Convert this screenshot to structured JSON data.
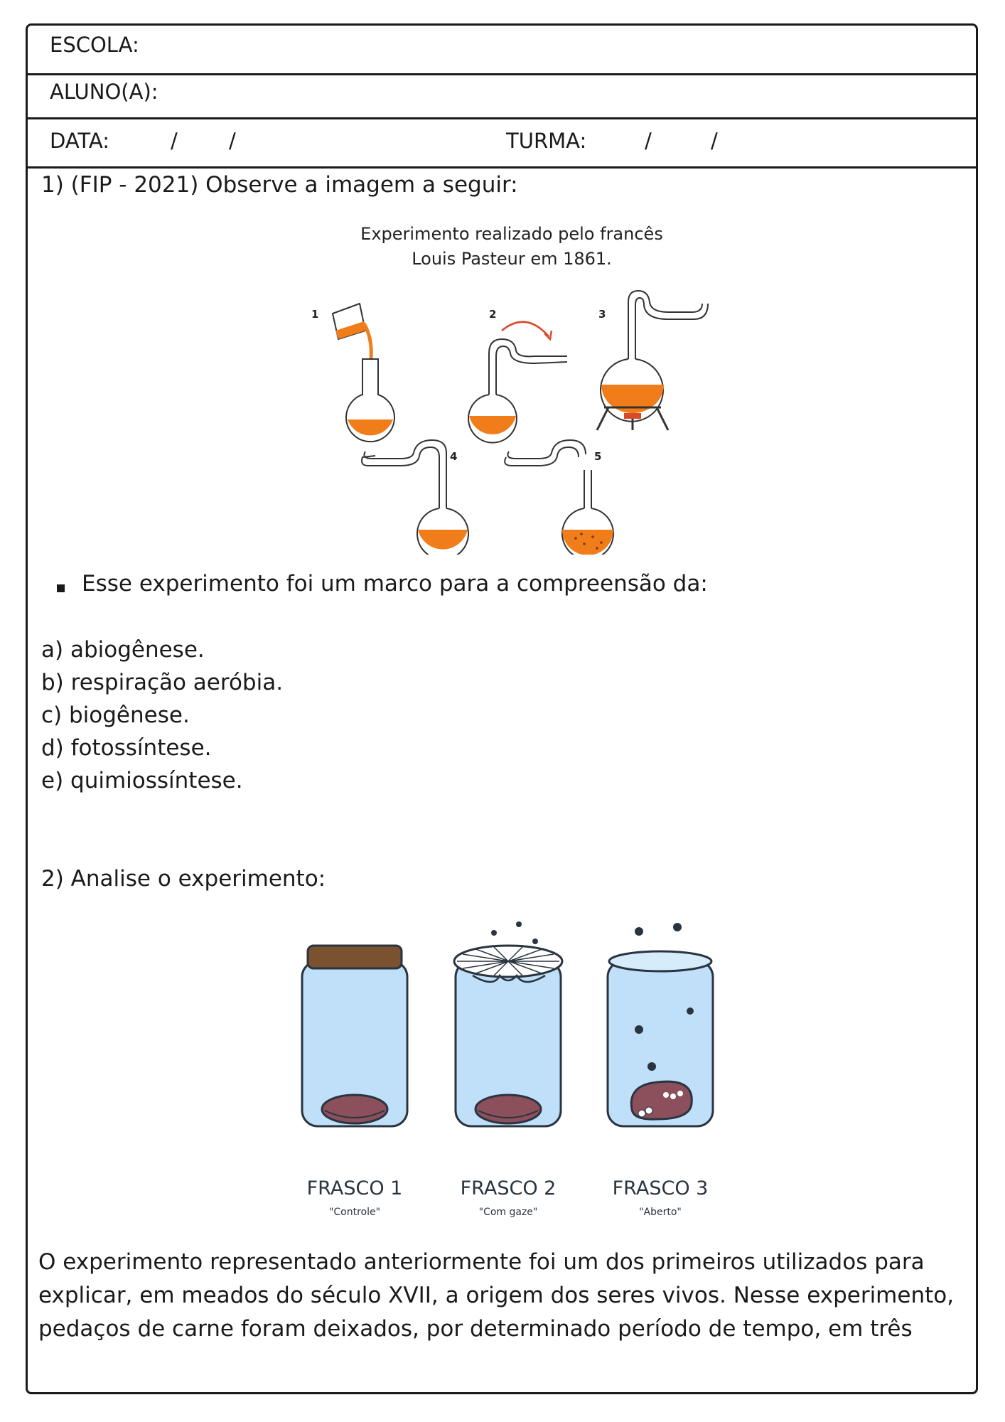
{
  "header": {
    "escola_label": "ESCOLA:",
    "aluno_label": "ALUNO(A):",
    "data_label": "DATA:",
    "date_slash_1": "/",
    "date_slash_2": "/",
    "turma_label": "TURMA:",
    "turma_slash_1": "/",
    "turma_slash_2": "/"
  },
  "q1": {
    "title": "1) (FIP - 2021) Observe a imagem a seguir:",
    "figure_caption_line1": "Experimento realizado pelo francês",
    "figure_caption_line2": "Louis Pasteur em 1861.",
    "step_numbers": [
      "1",
      "2",
      "3",
      "4",
      "5"
    ],
    "bullet_text": "Esse experimento foi um marco para a compreensão da:",
    "options": [
      "a) abiogênese.",
      "b) respiração aeróbia.",
      "c) biogênese.",
      "d) fotossíntese.",
      "e) quimiossíntese."
    ]
  },
  "q2": {
    "title": "2) Analise o experimento:",
    "jars": [
      {
        "label": "FRASCO 1",
        "sublabel": "\"Controle\""
      },
      {
        "label": "FRASCO 2",
        "sublabel": "\"Com gaze\""
      },
      {
        "label": "FRASCO 3",
        "sublabel": "\"Aberto\""
      }
    ],
    "paragraph_lines": [
      "O experimento representado anteriormente foi um dos primeiros utilizados para",
      "explicar, em meados do século XVII, a origem dos seres vivos. Nesse experimento,",
      "pedaços de carne foram deixados, por determinado período de tempo, em três"
    ]
  },
  "colors": {
    "liquid": "#f07d1a",
    "jar_glass": "#bfe0f8",
    "jar_outline": "#2a3440",
    "lid": "#7a5230",
    "meat": "#8c4f5c"
  }
}
